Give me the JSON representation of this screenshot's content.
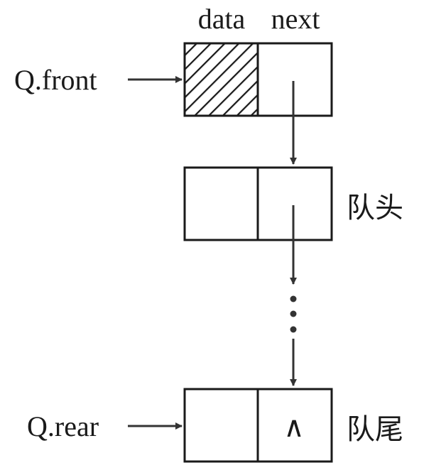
{
  "diagram": {
    "title": "Linked queue structure",
    "field_labels": {
      "data": "data",
      "next": "next"
    },
    "pointers": {
      "front": "Q.front",
      "rear": "Q.rear"
    },
    "node_labels": {
      "head": "队头",
      "tail": "队尾"
    },
    "null_symbol": "∧",
    "nodes": [
      {
        "role": "head-node",
        "data_hatched": true
      },
      {
        "role": "first-element",
        "label": "队头"
      },
      {
        "role": "last-element",
        "label": "队尾",
        "next": "∧"
      }
    ],
    "ellipsis": "⋮"
  }
}
